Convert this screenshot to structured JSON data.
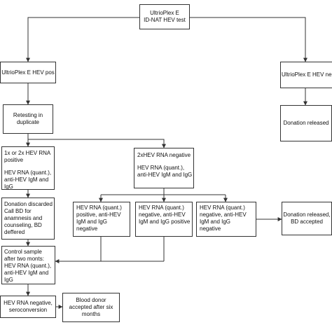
{
  "nodes": {
    "test": {
      "lines": [
        "UltrioPlex E",
        "ID-NAT HEV test"
      ]
    },
    "pos": {
      "lines": [
        "UltrioPlex E HEV pos"
      ]
    },
    "neg": {
      "lines": [
        "UltrioPlex E HEV neg"
      ]
    },
    "retest": {
      "lines": [
        "Retesting in",
        "duplicate"
      ]
    },
    "donation_released": {
      "lines": [
        "Donation released"
      ]
    },
    "rna_positive": {
      "lines": [
        "1x or 2x HEV RNA",
        "positive",
        "",
        "HEV RNA (quant.),",
        "anti-HEV IgM and",
        "IgG"
      ]
    },
    "rna_negative": {
      "lines": [
        "2xHEV RNA negative",
        "",
        "HEV RNA (quant.),",
        "anti-HEV IgM and IgG"
      ]
    },
    "discarded": {
      "lines": [
        "Donation discarded",
        "Call BD for",
        "anamnesis and",
        "counseling, BD",
        "deffered"
      ]
    },
    "neg_case_1": {
      "lines": [
        "HEV RNA (quant.)",
        "positive, anti-HEV",
        "IgM and IgG",
        "negative"
      ]
    },
    "neg_case_2": {
      "lines": [
        "HEV RNA (quant.)",
        "negative, anti-HEV",
        "IgM and IgG positive"
      ]
    },
    "neg_case_3": {
      "lines": [
        "HEV RNA (quant.)",
        "negative, anti-HEV",
        "IgM and IgG",
        "negative"
      ]
    },
    "released_accepted": {
      "lines": [
        "Donation released,",
        "BD accepted"
      ]
    },
    "control_sample": {
      "lines": [
        "Control sample",
        "after two monts:",
        "HEV RNA (quant.),",
        "anti-HEV IgM and",
        "IgG"
      ]
    },
    "seroconversion": {
      "lines": [
        "HEV RNA negative,",
        "seroconversion"
      ]
    },
    "donor_accepted": {
      "lines": [
        "Blood donor",
        "accepted after six",
        "months"
      ]
    }
  }
}
